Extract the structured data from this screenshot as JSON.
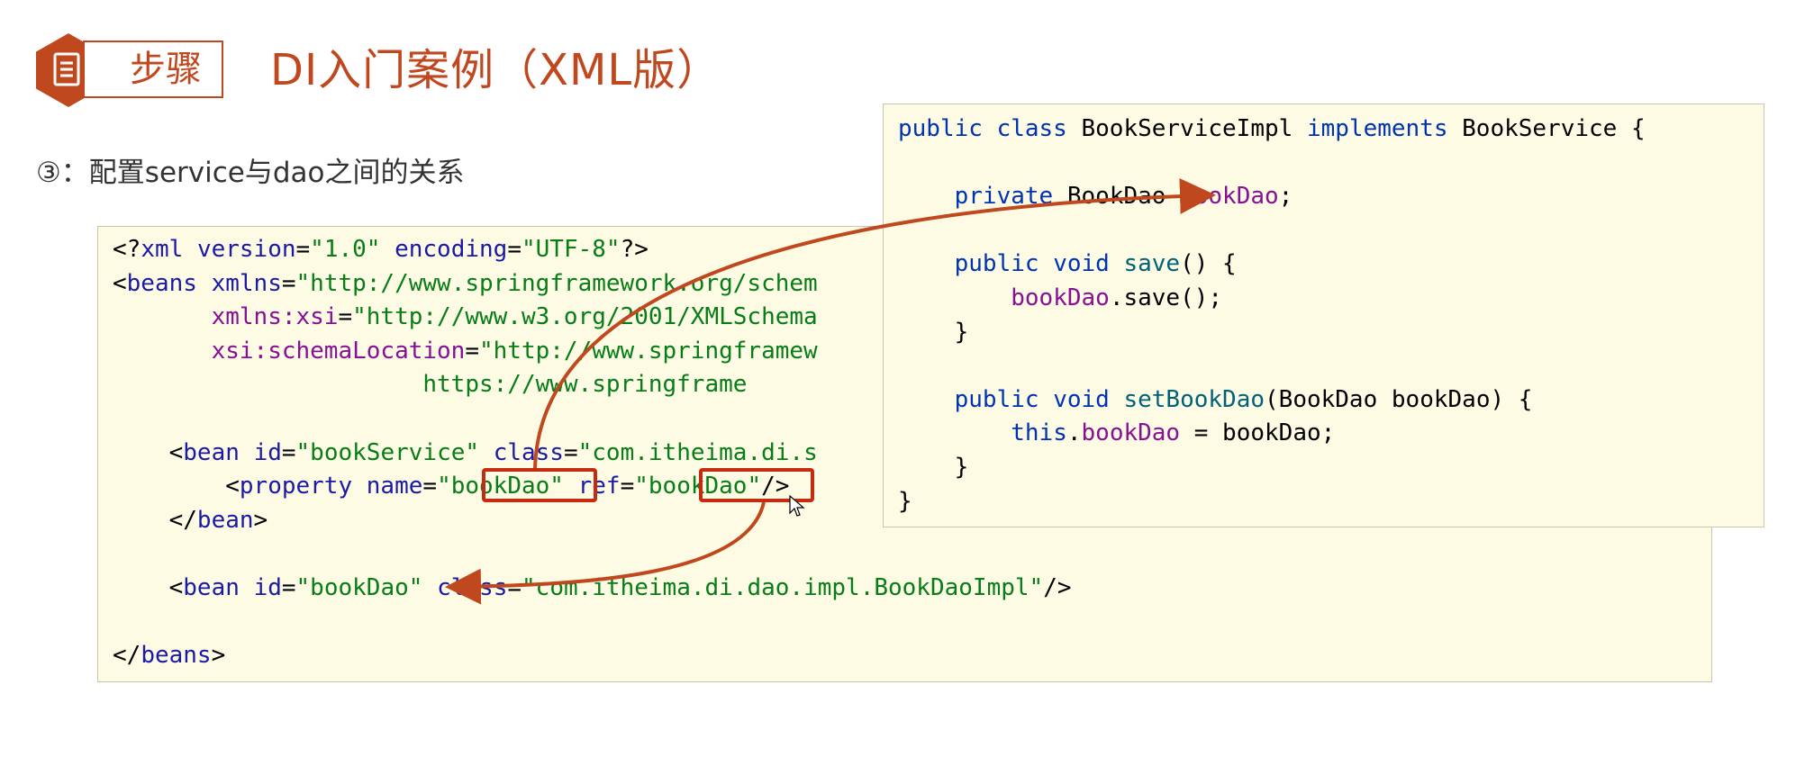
{
  "header": {
    "step_label": "步骤",
    "title": "DI入门案例（XML版）"
  },
  "subtitle": "③：配置service与dao之间的关系",
  "colors": {
    "accent": "#c0481f",
    "code_bg": "#fdfbe4"
  },
  "xml_code": {
    "lines": [
      [
        {
          "t": "<?",
          "c": "black"
        },
        {
          "t": "xml ",
          "c": "blue"
        },
        {
          "t": "version",
          "c": "blue"
        },
        {
          "t": "=",
          "c": "black"
        },
        {
          "t": "\"1.0\" ",
          "c": "green"
        },
        {
          "t": "encoding",
          "c": "blue"
        },
        {
          "t": "=",
          "c": "black"
        },
        {
          "t": "\"UTF-8\"",
          "c": "green"
        },
        {
          "t": "?>",
          "c": "black"
        }
      ],
      [
        {
          "t": "<",
          "c": "black"
        },
        {
          "t": "beans ",
          "c": "blue"
        },
        {
          "t": "xmlns",
          "c": "blue"
        },
        {
          "t": "=",
          "c": "black"
        },
        {
          "t": "\"http://www.springframework.org/schem",
          "c": "green"
        }
      ],
      [
        {
          "t": "       ",
          "c": "black"
        },
        {
          "t": "xmlns:xsi",
          "c": "purple"
        },
        {
          "t": "=",
          "c": "black"
        },
        {
          "t": "\"http://www.w3.org/2001/XMLSchema",
          "c": "green"
        }
      ],
      [
        {
          "t": "       ",
          "c": "black"
        },
        {
          "t": "xsi:schemaLocation",
          "c": "purple"
        },
        {
          "t": "=",
          "c": "black"
        },
        {
          "t": "\"http://www.springframew",
          "c": "green"
        }
      ],
      [
        {
          "t": "                      ",
          "c": "black"
        },
        {
          "t": "https://www.springframe",
          "c": "green"
        }
      ],
      [],
      [
        {
          "t": "    <",
          "c": "black"
        },
        {
          "t": "bean ",
          "c": "blue"
        },
        {
          "t": "id",
          "c": "blue"
        },
        {
          "t": "=",
          "c": "black"
        },
        {
          "t": "\"bookService\" ",
          "c": "green"
        },
        {
          "t": "class",
          "c": "blue"
        },
        {
          "t": "=",
          "c": "black"
        },
        {
          "t": "\"com.itheima.di.s",
          "c": "green"
        }
      ],
      [
        {
          "t": "        <",
          "c": "black"
        },
        {
          "t": "property ",
          "c": "blue"
        },
        {
          "t": "name",
          "c": "blue"
        },
        {
          "t": "=",
          "c": "black"
        },
        {
          "t": "\"bookDao\" ",
          "c": "green"
        },
        {
          "t": "ref",
          "c": "blue"
        },
        {
          "t": "=",
          "c": "black"
        },
        {
          "t": "\"bookDao\"",
          "c": "green"
        },
        {
          "t": "/>",
          "c": "black"
        }
      ],
      [
        {
          "t": "    </",
          "c": "black"
        },
        {
          "t": "bean",
          "c": "blue"
        },
        {
          "t": ">",
          "c": "black"
        }
      ],
      [],
      [
        {
          "t": "    <",
          "c": "black"
        },
        {
          "t": "bean ",
          "c": "blue"
        },
        {
          "t": "id",
          "c": "blue"
        },
        {
          "t": "=",
          "c": "black"
        },
        {
          "t": "\"bookDao\" ",
          "c": "green"
        },
        {
          "t": "class",
          "c": "blue"
        },
        {
          "t": "=",
          "c": "black"
        },
        {
          "t": "\"com.itheima.di.dao.impl.BookDaoImpl\"",
          "c": "green"
        },
        {
          "t": "/>",
          "c": "black"
        }
      ],
      [],
      [
        {
          "t": "</",
          "c": "black"
        },
        {
          "t": "beans",
          "c": "blue"
        },
        {
          "t": ">",
          "c": "black"
        }
      ]
    ]
  },
  "java_code": {
    "lines": [
      [
        {
          "t": "public class ",
          "c": "kw"
        },
        {
          "t": "BookServiceImpl ",
          "c": "black"
        },
        {
          "t": "implements ",
          "c": "kw"
        },
        {
          "t": "BookService {",
          "c": "black"
        }
      ],
      [],
      [
        {
          "t": "    ",
          "c": "black"
        },
        {
          "t": "private ",
          "c": "kw"
        },
        {
          "t": "BookDao ",
          "c": "black"
        },
        {
          "t": "bookDao",
          "c": "purple"
        },
        {
          "t": ";",
          "c": "black"
        }
      ],
      [],
      [
        {
          "t": "    ",
          "c": "black"
        },
        {
          "t": "public void ",
          "c": "kw"
        },
        {
          "t": "save",
          "c": "func"
        },
        {
          "t": "() {",
          "c": "black"
        }
      ],
      [
        {
          "t": "        ",
          "c": "black"
        },
        {
          "t": "bookDao",
          "c": "purple"
        },
        {
          "t": ".save();",
          "c": "black"
        }
      ],
      [
        {
          "t": "    }",
          "c": "black"
        }
      ],
      [],
      [
        {
          "t": "    ",
          "c": "black"
        },
        {
          "t": "public void ",
          "c": "kw"
        },
        {
          "t": "setBookDao",
          "c": "func"
        },
        {
          "t": "(BookDao bookDao) {",
          "c": "black"
        }
      ],
      [
        {
          "t": "        ",
          "c": "black"
        },
        {
          "t": "this",
          "c": "kw"
        },
        {
          "t": ".",
          "c": "black"
        },
        {
          "t": "bookDao",
          "c": "purple"
        },
        {
          "t": " = bookDao;",
          "c": "black"
        }
      ],
      [
        {
          "t": "    }",
          "c": "black"
        }
      ],
      [
        {
          "t": "}",
          "c": "black"
        }
      ]
    ]
  }
}
